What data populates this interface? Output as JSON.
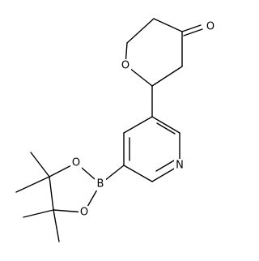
{
  "molecule": {
    "atoms": {
      "ketone_oxygen": "O",
      "ring_oxygen": "O",
      "pyridine_nitrogen": "N",
      "boron": "B",
      "boronate_oxygen_top": "O",
      "boronate_oxygen_bottom": "O"
    },
    "colors": {
      "bond": "#000000",
      "label": "#000000",
      "background": "#ffffff"
    }
  }
}
